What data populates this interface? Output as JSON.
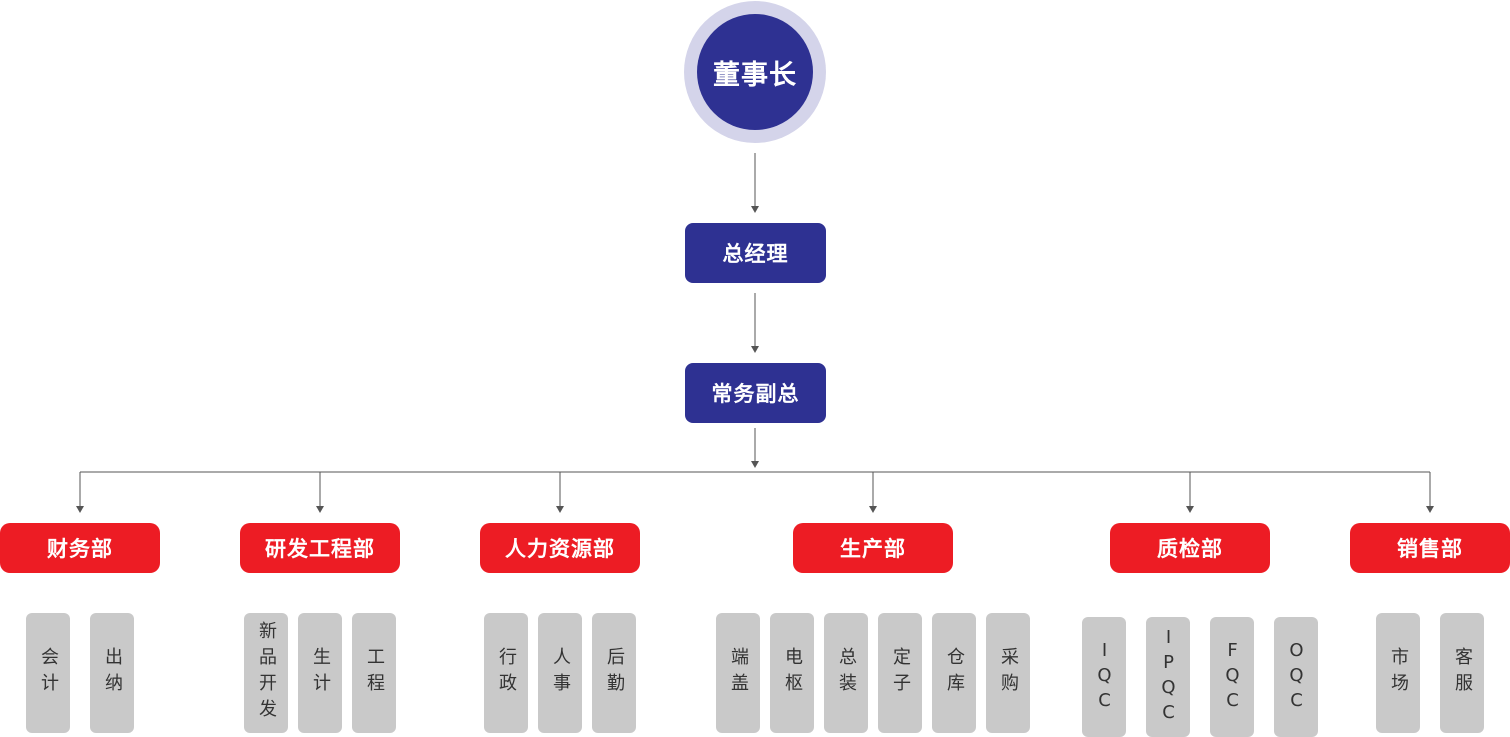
{
  "chairman": {
    "label": "董事长"
  },
  "general_manager": {
    "label": "总经理"
  },
  "executive_vp": {
    "label": "常务副总"
  },
  "departments": [
    {
      "label": "财务部",
      "units": [
        "会计",
        "出纳"
      ]
    },
    {
      "label": "研发工程部",
      "units": [
        "新品开发",
        "生计",
        "工程"
      ]
    },
    {
      "label": "人力资源部",
      "units": [
        "行政",
        "人事",
        "后勤"
      ]
    },
    {
      "label": "生产部",
      "units": [
        "端盖",
        "电枢",
        "总装",
        "定子",
        "仓库",
        "采购"
      ]
    },
    {
      "label": "质检部",
      "units": [
        "IQC",
        "IPQC",
        "FQC",
        "OQC"
      ]
    },
    {
      "label": "销售部",
      "units": [
        "市场",
        "客服"
      ]
    }
  ],
  "colors": {
    "executive": "#2e3192",
    "chairman_ring": "#d4d4ea",
    "department": "#ed1c24",
    "unit": "#c9c9c9",
    "connector": "#555555"
  }
}
